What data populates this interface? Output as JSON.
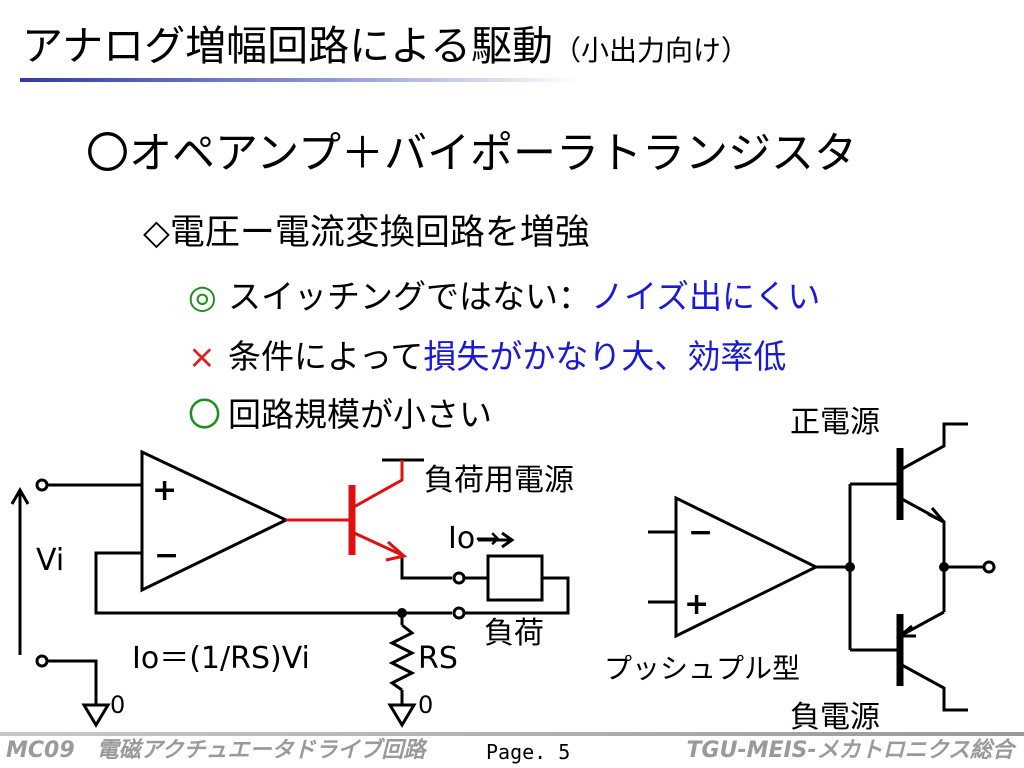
{
  "title": {
    "main": "アナログ増幅回路による駆動",
    "sub": "（小出力向け）"
  },
  "heading": "〇オペアンプ＋バイポーラトランジスタ",
  "subheading": "◇電圧ー電流変換回路を増強",
  "bullets": [
    {
      "mark": "◎",
      "mark_color": "#1f8f1f",
      "text": "スイッチングではない：",
      "highlight": "ノイズ出にくい"
    },
    {
      "mark": "×",
      "mark_color": "#e02020",
      "text": "条件によって",
      "highlight": "損失がかなり大、効率低"
    },
    {
      "mark": "〇",
      "mark_color": "#1f8f1f",
      "text": "回路規模が小さい",
      "highlight": ""
    }
  ],
  "left_circuit": {
    "supply_label": "負荷用電源",
    "current_label": "Io→",
    "vi_label": "Vi",
    "load_label": "負荷",
    "equation": "Io＝(1/RS)Vi",
    "rs_label": "RS",
    "ground_label_a": "0",
    "ground_label_b": "0",
    "plus": "+",
    "minus": "−"
  },
  "right_circuit": {
    "pos_supply": "正電源",
    "neg_supply": "負電源",
    "type_label": "プッシュプル型",
    "plus": "+",
    "minus": "−"
  },
  "colors": {
    "transistor": "#e01010",
    "accent": "#1a1ad6",
    "good": "#1f8f1f",
    "bad": "#e02020"
  },
  "footer": {
    "left": "MC09　電磁アクチュエータドライブ回路",
    "page": "Page. 5",
    "right": "TGU-MEIS-メカトロニクス総合"
  }
}
